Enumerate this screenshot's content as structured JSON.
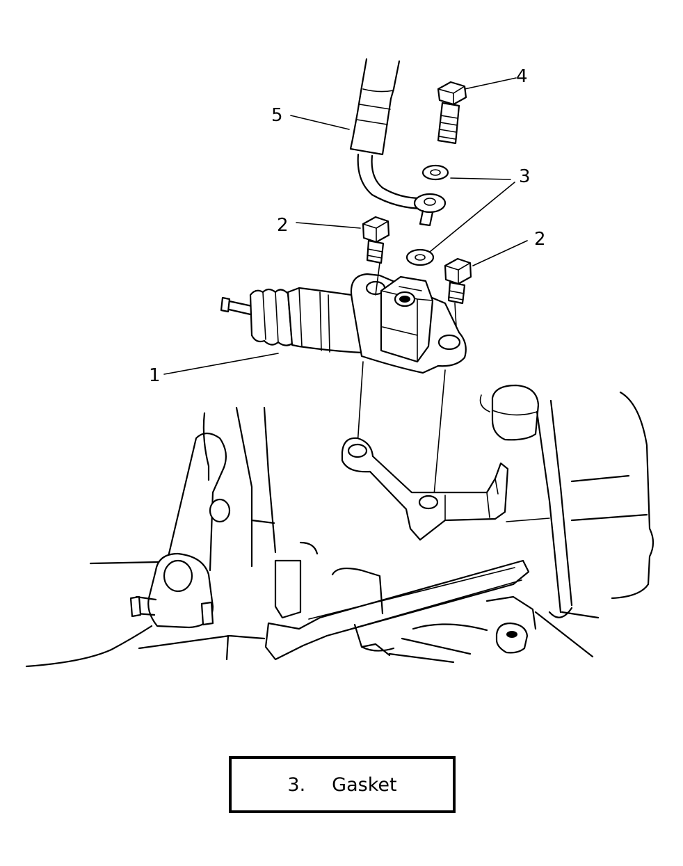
{
  "diagram": {
    "callouts": [
      {
        "id": "bolt-top",
        "label": "4"
      },
      {
        "id": "hose",
        "label": "5"
      },
      {
        "id": "gaskets",
        "label": "3"
      },
      {
        "id": "bolt-left",
        "label": "2"
      },
      {
        "id": "bolt-right",
        "label": "2"
      },
      {
        "id": "cylinder",
        "label": "1"
      }
    ]
  },
  "caption": {
    "number": "3.",
    "label": "Gasket"
  }
}
